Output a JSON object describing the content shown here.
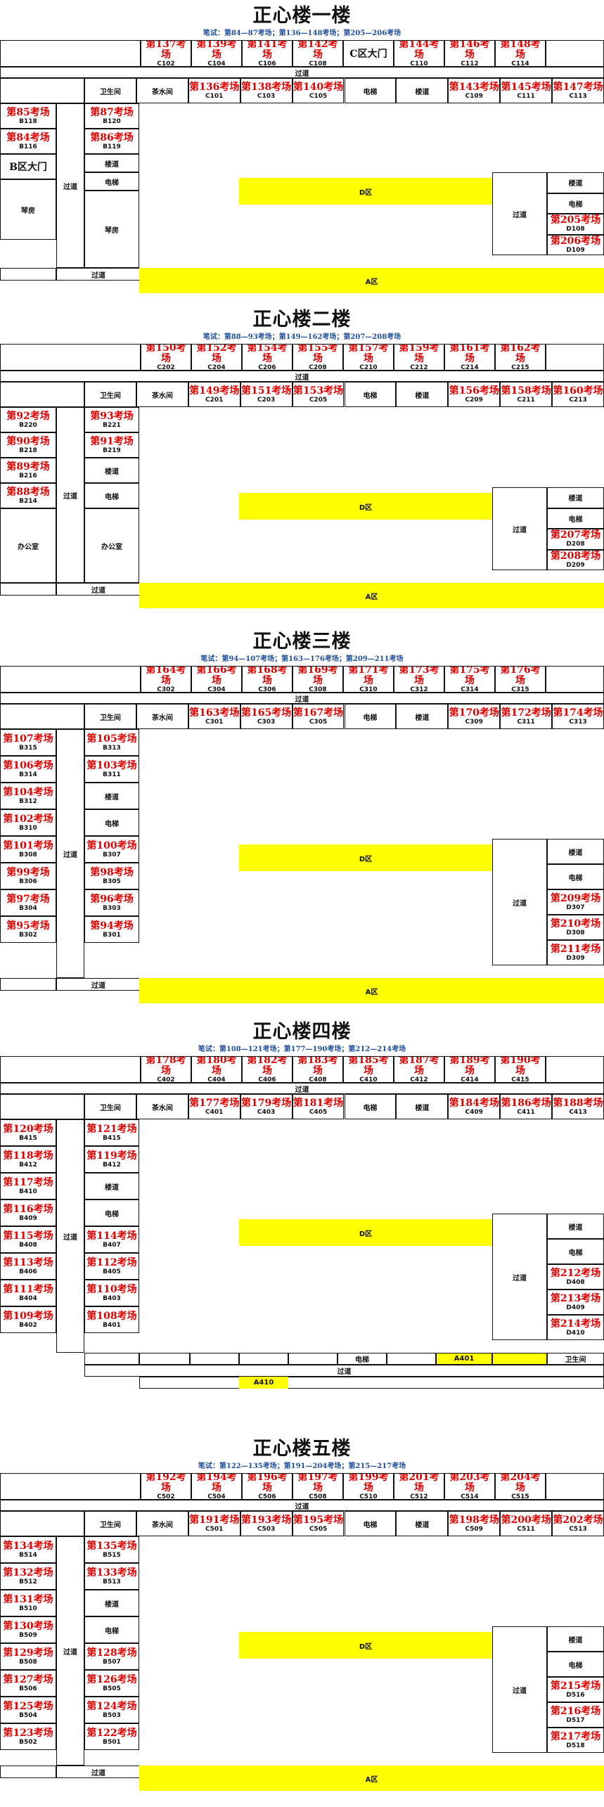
{
  "floors": [
    {
      "title": "正心楼一楼",
      "subtitle": "笔试：第84—87考场；第136—148考场；第205—206考场",
      "c_top": [
        {
          "room": "第137考场",
          "code": "C102"
        },
        {
          "room": "第139考场",
          "code": "C104"
        },
        {
          "room": "第141考场",
          "code": "C106"
        },
        {
          "room": "第142考场",
          "code": "C108"
        },
        {
          "gate": "C区大门"
        },
        {
          "room": "第144考场",
          "code": "C110"
        },
        {
          "room": "第146考场",
          "code": "C112"
        },
        {
          "room": "第148考场",
          "code": "C114"
        },
        {
          "empty": true
        }
      ],
      "c_bottom": [
        {
          "label": "卫生间"
        },
        {
          "label": "茶水间"
        },
        {
          "room": "第136考场",
          "code": "C101"
        },
        {
          "room": "第138考场",
          "code": "C103"
        },
        {
          "room": "第140考场",
          "code": "C105"
        },
        {
          "label": "电梯"
        },
        {
          "label": "楼道"
        },
        {
          "room": "第143考场",
          "code": "C109"
        },
        {
          "room": "第145考场",
          "code": "C111"
        },
        {
          "room": "第147考场",
          "code": "C113"
        }
      ],
      "b_outer": [
        {
          "room": "第85考场",
          "code": "B118"
        },
        {
          "room": "第84考场",
          "code": "B116"
        },
        {
          "gate": "B区大门"
        },
        {
          "label": "琴房"
        }
      ],
      "b_inner": [
        {
          "room": "第87考场",
          "code": "B120"
        },
        {
          "room": "第86考场",
          "code": "B119"
        },
        {
          "label": "楼道"
        },
        {
          "label": "电梯"
        },
        {
          "label": "琴房"
        }
      ],
      "d_right": [
        {
          "label": "楼道"
        },
        {
          "label": "电梯"
        },
        {
          "room": "第205考场",
          "code": "D108"
        },
        {
          "room": "第206考场",
          "code": "D109"
        }
      ],
      "corridor": "过道",
      "b_corridor": "过道",
      "d_corridor": "过道",
      "d_zone": "D区",
      "a_zone": "A区"
    },
    {
      "title": "正心楼二楼",
      "subtitle": "笔试：第88—93考场；第149—162考场；第207—208考场",
      "c_top": [
        {
          "room": "第150考场",
          "code": "C202"
        },
        {
          "room": "第152考场",
          "code": "C204"
        },
        {
          "room": "第154考场",
          "code": "C206"
        },
        {
          "room": "第155考场",
          "code": "C208"
        },
        {
          "room": "第157考场",
          "code": "C210"
        },
        {
          "room": "第159考场",
          "code": "C212"
        },
        {
          "room": "第161考场",
          "code": "C214"
        },
        {
          "room": "第162考场",
          "code": "C215"
        },
        {
          "empty": true
        }
      ],
      "c_bottom": [
        {
          "label": "卫生间"
        },
        {
          "label": "茶水间"
        },
        {
          "room": "第149考场",
          "code": "C201"
        },
        {
          "room": "第151考场",
          "code": "C203"
        },
        {
          "room": "第153考场",
          "code": "C205"
        },
        {
          "label": "电梯"
        },
        {
          "label": "楼道"
        },
        {
          "room": "第156考场",
          "code": "C209"
        },
        {
          "room": "第158考场",
          "code": "C211"
        },
        {
          "room": "第160考场",
          "code": "C213"
        }
      ],
      "b_outer": [
        {
          "room": "第92考场",
          "code": "B220"
        },
        {
          "room": "第90考场",
          "code": "B218"
        },
        {
          "room": "第89考场",
          "code": "B216"
        },
        {
          "room": "第88考场",
          "code": "B214"
        },
        {
          "label": "办公室"
        }
      ],
      "b_inner": [
        {
          "room": "第93考场",
          "code": "B221"
        },
        {
          "room": "第91考场",
          "code": "B219"
        },
        {
          "label": "楼道"
        },
        {
          "label": "电梯"
        },
        {
          "label": "办公室"
        }
      ],
      "d_right": [
        {
          "label": "楼道"
        },
        {
          "label": "电梯"
        },
        {
          "room": "第207考场",
          "code": "D208"
        },
        {
          "room": "第208考场",
          "code": "D209"
        }
      ],
      "corridor": "过道",
      "b_corridor": "过道",
      "d_corridor": "过道",
      "d_zone": "D区",
      "a_zone": "A区"
    },
    {
      "title": "正心楼三楼",
      "subtitle": "笔试：第94—107考场；第163—176考场；第209—211考场",
      "c_top": [
        {
          "room": "第164考场",
          "code": "C302"
        },
        {
          "room": "第166考场",
          "code": "C304"
        },
        {
          "room": "第168考场",
          "code": "C306"
        },
        {
          "room": "第169考场",
          "code": "C308"
        },
        {
          "room": "第171考场",
          "code": "C310"
        },
        {
          "room": "第173考场",
          "code": "C312"
        },
        {
          "room": "第175考场",
          "code": "C314"
        },
        {
          "room": "第176考场",
          "code": "C315"
        },
        {
          "empty": true
        }
      ],
      "c_bottom": [
        {
          "label": "卫生间"
        },
        {
          "label": "茶水间"
        },
        {
          "room": "第163考场",
          "code": "C301"
        },
        {
          "room": "第165考场",
          "code": "C303"
        },
        {
          "room": "第167考场",
          "code": "C305"
        },
        {
          "label": "电梯"
        },
        {
          "label": "楼道"
        },
        {
          "room": "第170考场",
          "code": "C309"
        },
        {
          "room": "第172考场",
          "code": "C311"
        },
        {
          "room": "第174考场",
          "code": "C313"
        }
      ],
      "b_outer": [
        {
          "room": "第107考场",
          "code": "B315"
        },
        {
          "room": "第106考场",
          "code": "B314"
        },
        {
          "room": "第104考场",
          "code": "B312"
        },
        {
          "room": "第102考场",
          "code": "B310"
        },
        {
          "room": "第101考场",
          "code": "B308"
        },
        {
          "room": "第99考场",
          "code": "B306"
        },
        {
          "room": "第97考场",
          "code": "B304"
        },
        {
          "room": "第95考场",
          "code": "B302"
        }
      ],
      "b_inner": [
        {
          "room": "第105考场",
          "code": "B313"
        },
        {
          "room": "第103考场",
          "code": "B311"
        },
        {
          "label": "楼道"
        },
        {
          "label": "电梯"
        },
        {
          "room": "第100考场",
          "code": "B307"
        },
        {
          "room": "第98考场",
          "code": "B305"
        },
        {
          "room": "第96考场",
          "code": "B303"
        },
        {
          "room": "第94考场",
          "code": "B301"
        }
      ],
      "d_right": [
        {
          "label": "楼道"
        },
        {
          "label": "电梯"
        },
        {
          "room": "第209考场",
          "code": "D307"
        },
        {
          "room": "第210考场",
          "code": "D308"
        },
        {
          "room": "第211考场",
          "code": "D309"
        }
      ],
      "corridor": "过道",
      "b_corridor": "过道",
      "d_corridor": "过道",
      "d_zone": "D区",
      "a_zone": "A区"
    },
    {
      "title": "正心楼四楼",
      "subtitle": "笔试：第108—121考场；第177—190考场；第212—214考场",
      "c_top": [
        {
          "room": "第178考场",
          "code": "C402"
        },
        {
          "room": "第180考场",
          "code": "C404"
        },
        {
          "room": "第182考场",
          "code": "C406"
        },
        {
          "room": "第183考场",
          "code": "C408"
        },
        {
          "room": "第185考场",
          "code": "C410"
        },
        {
          "room": "第187考场",
          "code": "C412"
        },
        {
          "room": "第189考场",
          "code": "C414"
        },
        {
          "room": "第190考场",
          "code": "C415"
        },
        {
          "empty": true
        }
      ],
      "c_bottom": [
        {
          "label": "卫生间"
        },
        {
          "label": "茶水间"
        },
        {
          "room": "第177考场",
          "code": "C401"
        },
        {
          "room": "第179考场",
          "code": "C403"
        },
        {
          "room": "第181考场",
          "code": "C405"
        },
        {
          "label": "电梯"
        },
        {
          "label": "楼道"
        },
        {
          "room": "第184考场",
          "code": "C409"
        },
        {
          "room": "第186考场",
          "code": "C411"
        },
        {
          "room": "第188考场",
          "code": "C413"
        }
      ],
      "b_outer": [
        {
          "room": "第120考场",
          "code": "B415"
        },
        {
          "room": "第118考场",
          "code": "B412"
        },
        {
          "room": "第117考场",
          "code": "B410"
        },
        {
          "room": "第116考场",
          "code": "B409"
        },
        {
          "room": "第115考场",
          "code": "B408"
        },
        {
          "room": "第113考场",
          "code": "B406"
        },
        {
          "room": "第111考场",
          "code": "B404"
        },
        {
          "room": "第109考场",
          "code": "B402"
        }
      ],
      "b_inner": [
        {
          "room": "第121考场",
          "code": "B415"
        },
        {
          "room": "第119考场",
          "code": "B412"
        },
        {
          "label": "楼道"
        },
        {
          "label": "电梯"
        },
        {
          "room": "第114考场",
          "code": "B407"
        },
        {
          "room": "第112考场",
          "code": "B405"
        },
        {
          "room": "第110考场",
          "code": "B403"
        },
        {
          "room": "第108考场",
          "code": "B401"
        }
      ],
      "d_right": [
        {
          "label": "楼道"
        },
        {
          "label": "电梯"
        },
        {
          "room": "第212考场",
          "code": "D408"
        },
        {
          "room": "第213考场",
          "code": "D409"
        },
        {
          "room": "第214考场",
          "code": "D410"
        }
      ],
      "corridor": "过道",
      "b_corridor": "过道",
      "d_corridor": "过道",
      "d_zone": "D区",
      "a_row": {
        "elevator": "电梯",
        "a401": "A401",
        "toilet": "卫生间",
        "corridor": "过道",
        "a410": "A410"
      }
    },
    {
      "title": "正心楼五楼",
      "subtitle": "笔试：第122—135考场；第191—204考场；第215—217考场",
      "c_top": [
        {
          "room": "第192考场",
          "code": "C502"
        },
        {
          "room": "第194考场",
          "code": "C504"
        },
        {
          "room": "第196考场",
          "code": "C506"
        },
        {
          "room": "第197考场",
          "code": "C508"
        },
        {
          "room": "第199考场",
          "code": "C510"
        },
        {
          "room": "第201考场",
          "code": "C512"
        },
        {
          "room": "第203考场",
          "code": "C514"
        },
        {
          "room": "第204考场",
          "code": "C515"
        },
        {
          "empty": true
        }
      ],
      "c_bottom": [
        {
          "label": "卫生间"
        },
        {
          "label": "茶水间"
        },
        {
          "room": "第191考场",
          "code": "C501"
        },
        {
          "room": "第193考场",
          "code": "C503"
        },
        {
          "room": "第195考场",
          "code": "C505"
        },
        {
          "label": "电梯"
        },
        {
          "label": "楼道"
        },
        {
          "room": "第198考场",
          "code": "C509"
        },
        {
          "room": "第200考场",
          "code": "C511"
        },
        {
          "room": "第202考场",
          "code": "C513"
        }
      ],
      "b_outer": [
        {
          "room": "第134考场",
          "code": "B514"
        },
        {
          "room": "第132考场",
          "code": "B512"
        },
        {
          "room": "第131考场",
          "code": "B510"
        },
        {
          "room": "第130考场",
          "code": "B509"
        },
        {
          "room": "第129考场",
          "code": "B508"
        },
        {
          "room": "第127考场",
          "code": "B506"
        },
        {
          "room": "第125考场",
          "code": "B504"
        },
        {
          "room": "第123考场",
          "code": "B502"
        }
      ],
      "b_inner": [
        {
          "room": "第135考场",
          "code": "B515"
        },
        {
          "room": "第133考场",
          "code": "B513"
        },
        {
          "label": "楼道"
        },
        {
          "label": "电梯"
        },
        {
          "room": "第128考场",
          "code": "B507"
        },
        {
          "room": "第126考场",
          "code": "B505"
        },
        {
          "room": "第124考场",
          "code": "B503"
        },
        {
          "room": "第122考场",
          "code": "B501"
        }
      ],
      "d_right": [
        {
          "label": "楼道"
        },
        {
          "label": "电梯"
        },
        {
          "room": "第215考场",
          "code": "D516"
        },
        {
          "room": "第216考场",
          "code": "D517"
        },
        {
          "room": "第217考场",
          "code": "D518"
        }
      ],
      "corridor": "过道",
      "b_corridor": "过道",
      "d_corridor": "过道",
      "d_zone": "D区",
      "a_zone": "A区"
    }
  ]
}
